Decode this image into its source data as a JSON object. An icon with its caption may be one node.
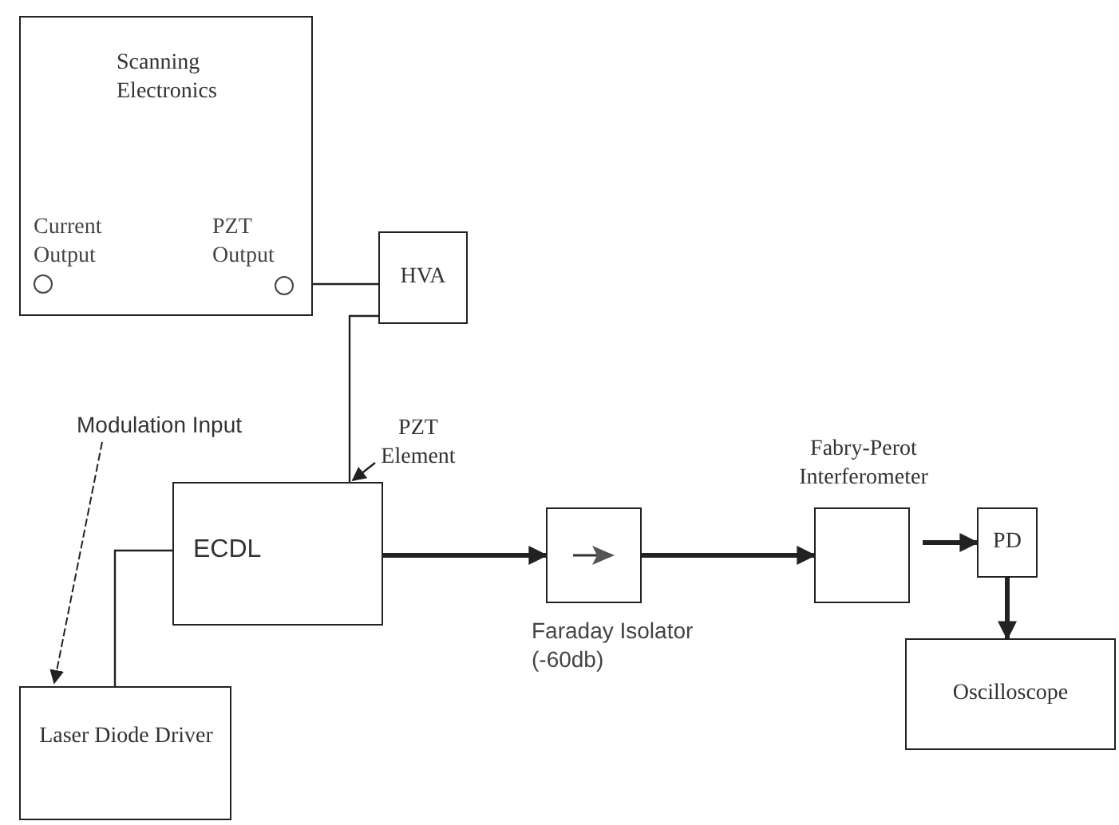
{
  "diagram": {
    "nodes": [
      {
        "text": [
          "Scanning Electronics"
        ]
      },
      {
        "text": [],
        "shape": "circle",
        "in": 0,
        "beside": [
          "Current Output"
        ]
      },
      {
        "text": [],
        "shape": "circle",
        "in": 0,
        "beside": [
          "PZT Output"
        ]
      },
      {
        "text": [
          "HVA"
        ]
      },
      {
        "text": [
          "ECDL"
        ]
      },
      {
        "text": [
          "Laser Diode Driver"
        ]
      },
      {
        "text": [],
        "shape": "box",
        "beside": [
          "Faraday Isolator (-60db)"
        ]
      },
      {
        "text": [
          "Fabry-Perot Interferometer"
        ]
      },
      {
        "text": [
          "PD"
        ]
      },
      {
        "text": [
          "Oscilloscope"
        ]
      },
      {
        "text": [
          "Modulation Input"
        ]
      },
      {
        "text": [
          "PZT Element"
        ]
      }
    ],
    "edges": [
      {
        "from": 2,
        "to": 3,
        "arrow": "none"
      },
      {
        "from": 3,
        "to": 4,
        "arrow": "none"
      },
      {
        "from": 5,
        "to": 4,
        "arrow": "none"
      },
      {
        "from": 4,
        "to": 6,
        "arrow": "to",
        "style": "thick"
      },
      {
        "from": 6,
        "to": 7,
        "arrow": "to",
        "style": "thick"
      },
      {
        "from": 7,
        "to": 8,
        "arrow": "to",
        "style": "thick"
      },
      {
        "from": 8,
        "to": 9,
        "arrow": "to",
        "style": "thick"
      },
      {
        "from": 10,
        "to": 5,
        "arrow": "to",
        "style": "dashed"
      },
      {
        "from": 11,
        "to": 4,
        "arrow": "to"
      }
    ]
  }
}
